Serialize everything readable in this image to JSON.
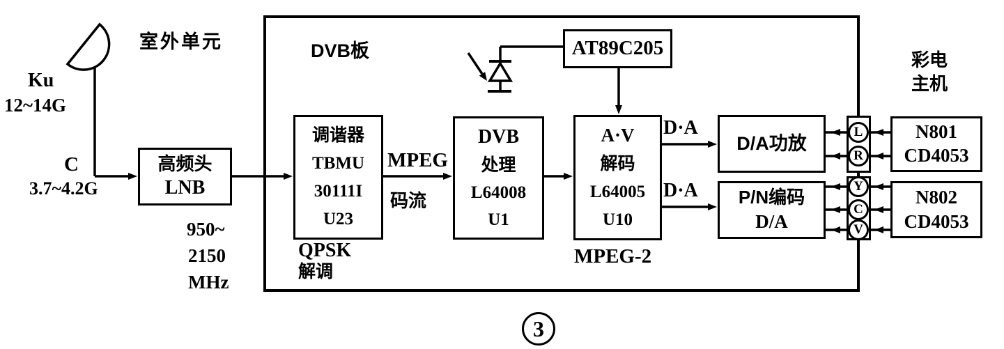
{
  "colors": {
    "ink": "#000000",
    "paper": "#ffffff"
  },
  "figure_number": "3",
  "antenna": {
    "band_ku": "Ku",
    "range_ku": "12~14G",
    "band_c": "C",
    "range_c": "3.7~4.2G"
  },
  "outdoor_unit_label": "室外单元",
  "board_label": "DVB板",
  "if_frequency": {
    "line1": "950~",
    "line2": "2150",
    "line3": "MHz"
  },
  "boxes": {
    "lnb": {
      "lines": [
        "高频头",
        "LNB"
      ]
    },
    "tuner": {
      "lines": [
        "调谐器",
        "TBMU",
        "30111I",
        "U23"
      ]
    },
    "dvb": {
      "lines": [
        "DVB",
        "处理",
        "L64008",
        "U1"
      ]
    },
    "av": {
      "lines": [
        "A·V",
        "解码",
        "L64005",
        "U10"
      ]
    },
    "mcu": {
      "lines": [
        "AT89C205"
      ]
    },
    "amp": {
      "lines": [
        "D/A功放"
      ]
    },
    "pn": {
      "lines": [
        "P/N编码",
        "D/A"
      ]
    },
    "n801": {
      "lines": [
        "N801",
        "CD4053"
      ]
    },
    "n802": {
      "lines": [
        "N802",
        "CD4053"
      ]
    }
  },
  "notes": {
    "qpsk": {
      "line1": "QPSK",
      "line2": "解调"
    },
    "stream": {
      "line1": "MPEG",
      "line2": "码流"
    },
    "mpeg2": "MPEG-2",
    "da_top": "D·A",
    "da_bottom": "D·A"
  },
  "tv_host_label": {
    "line1": "彩电",
    "line2": "主机"
  },
  "connectors": {
    "audio": [
      "L",
      "R"
    ],
    "video": [
      "Y",
      "C",
      "V"
    ]
  }
}
